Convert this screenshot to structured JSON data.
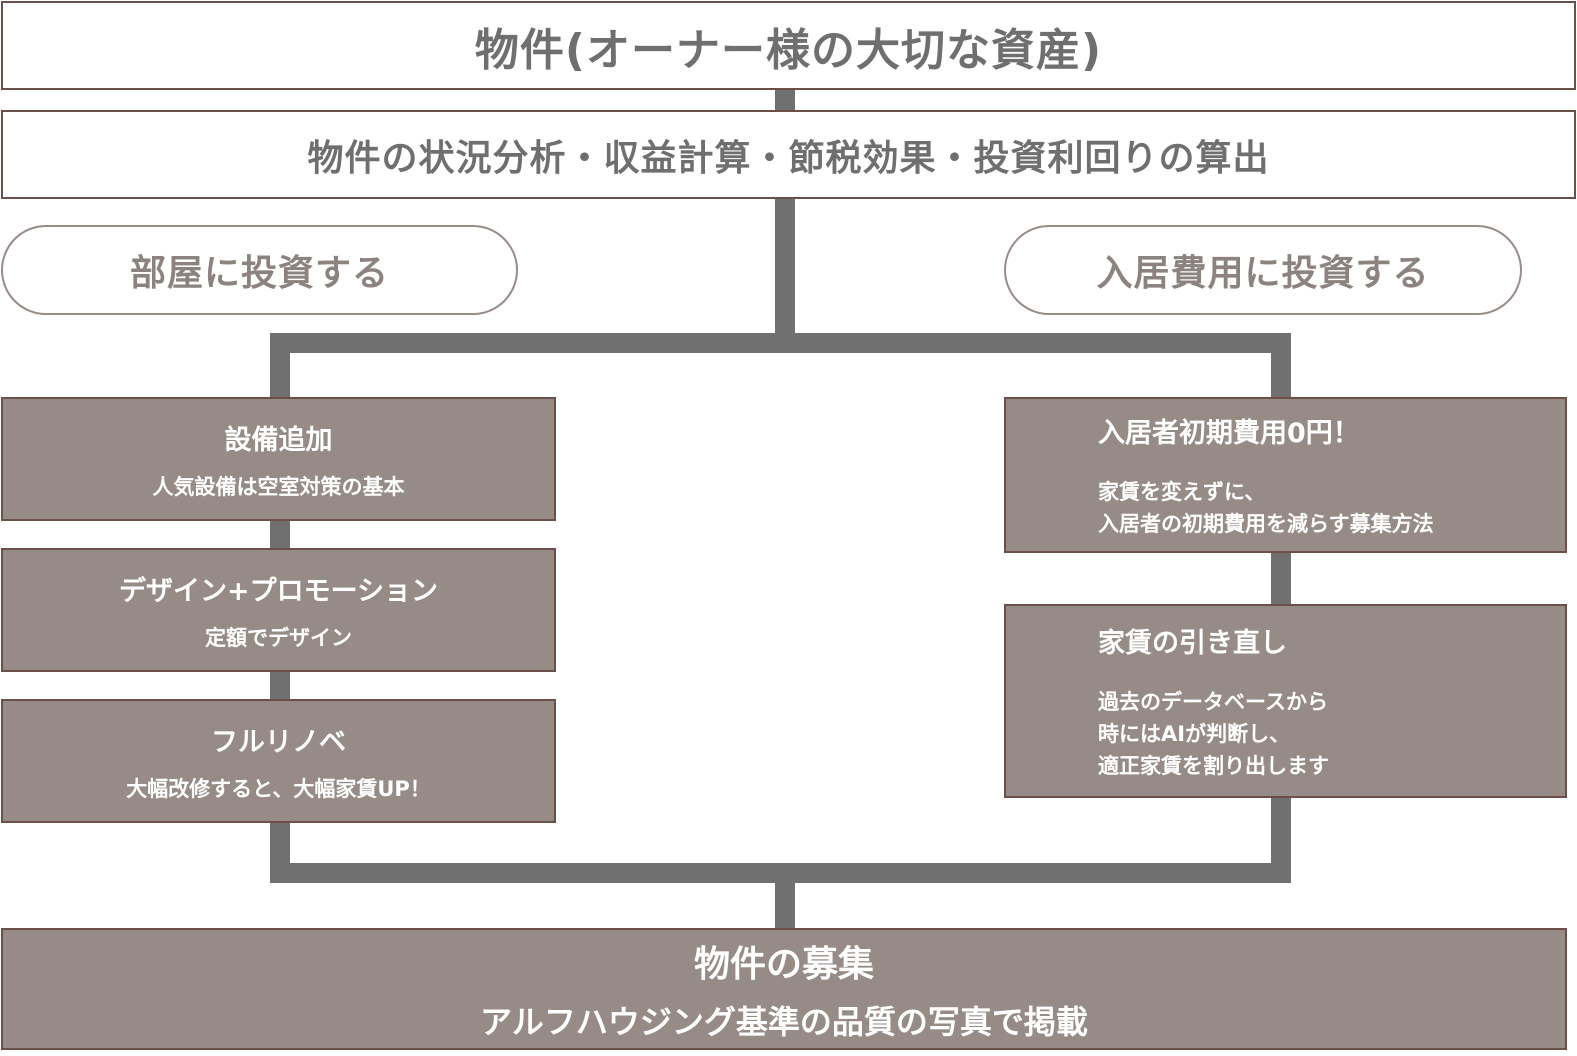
{
  "top": {
    "title": "物件(オーナー様の大切な資産)"
  },
  "analysis": {
    "text": "物件の状況分析・収益計算・節税効果・投資利回りの算出"
  },
  "branches": {
    "left_label": "部屋に投資する",
    "right_label": "入居費用に投資する"
  },
  "left_cards": [
    {
      "title": "設備追加",
      "sub": "人気設備は空室対策の基本"
    },
    {
      "title": "デザイン+プロモーション",
      "sub": "定額でデザイン"
    },
    {
      "title": "フルリノベ",
      "sub": "大幅改修すると、大幅家賃UP！"
    }
  ],
  "right_cards": [
    {
      "title": "入居者初期費用0円！",
      "sub_lines": [
        "家賃を変えずに、",
        "入居者の初期費用を減らす募集方法"
      ]
    },
    {
      "title": "家賃の引き直し",
      "sub_lines": [
        "過去のデータベースから",
        "時にはAIが判断し、",
        "適正家賃を割り出します"
      ]
    }
  ],
  "bottom": {
    "title": "物件の募集",
    "sub": "アルフハウジング基準の品質の写真で掲載"
  },
  "colors": {
    "connector": "#707070",
    "card_fill": "#968b86",
    "card_border": "#6b4f48",
    "pill_border": "#988c88",
    "heading_text": "#6f6f6f"
  }
}
